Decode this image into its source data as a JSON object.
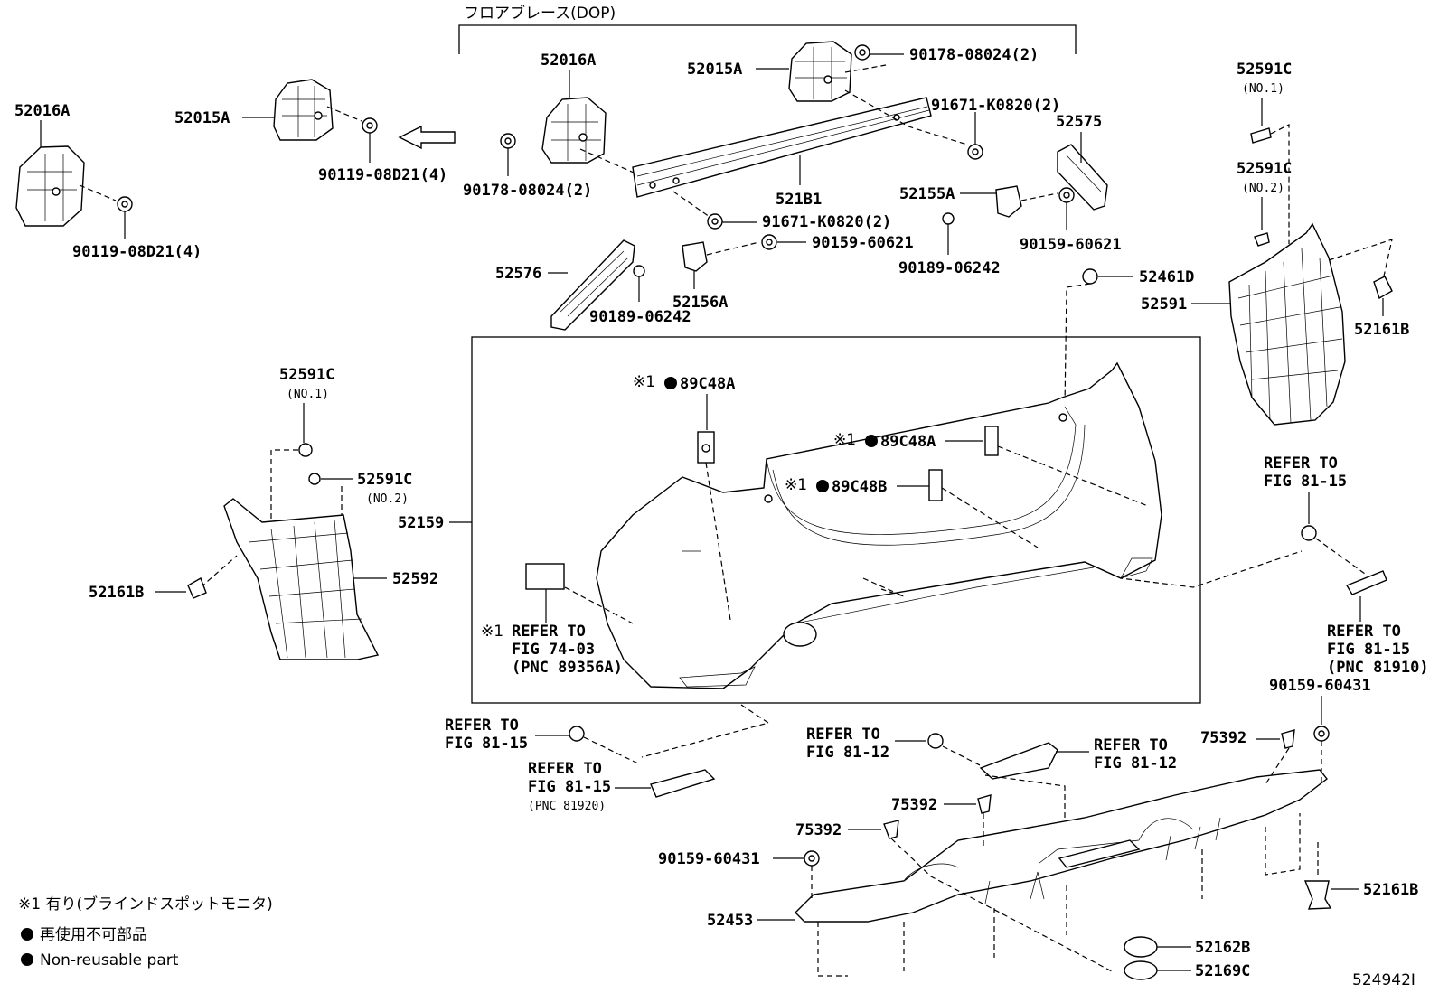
{
  "labels": {
    "floor_brace": "フロアブレース(DOP)",
    "p52016A_left": "52016A",
    "p52015A_left": "52015A",
    "p90119_upper": "90119-08D21(4)",
    "p90119_lower": "90119-08D21(4)",
    "p52016A_center": "52016A",
    "p52015A_center": "52015A",
    "p90178_top": "90178-08024(2)",
    "p90178_left": "90178-08024(2)",
    "p91671_top": "91671-K0820(2)",
    "p91671_bottom": "91671-K0820(2)",
    "p521B1": "521B1",
    "p52575": "52575",
    "p52155A": "52155A",
    "p90159_60621_center": "90159-60621",
    "p90159_60621_right": "90159-60621",
    "p90189_right": "90189-06242",
    "p90189_center": "90189-06242",
    "p52576": "52576",
    "p52156A": "52156A",
    "p52461D": "52461D",
    "p52591C_r1": "52591C",
    "p52591C_r1_sub": "(NO.1)",
    "p52591C_r2": "52591C",
    "p52591C_r2_sub": "(NO.2)",
    "p52591": "52591",
    "p52161B_right": "52161B",
    "p52591C_l1": "52591C",
    "p52591C_l1_sub": "(NO.1)",
    "p52591C_l2": "52591C",
    "p52591C_l2_sub": "(NO.2)",
    "p52161B_left": "52161B",
    "p52592": "52592",
    "p52159": "52159",
    "p89C48A_a": "89C48A",
    "p89C48A_b": "89C48A",
    "p89C48B": "89C48B",
    "ref_mark": "※1",
    "ref_7403_1": "REFER TO",
    "ref_7403_2": "FIG 74-03",
    "ref_7403_3": "(PNC 89356A)",
    "ref_8115_r1_1": "REFER TO",
    "ref_8115_r1_2": "FIG 81-15",
    "ref_8115_r2_1": "REFER TO",
    "ref_8115_r2_2": "FIG 81-15",
    "ref_8115_r2_3": "(PNC 81910)",
    "ref_8115_l1_1": "REFER TO",
    "ref_8115_l1_2": "FIG 81-15",
    "ref_8115_l2_1": "REFER TO",
    "ref_8115_l2_2": "FIG 81-15",
    "ref_8115_l2_3": "(PNC 81920)",
    "ref_8112_l_1": "REFER TO",
    "ref_8112_l_2": "FIG 81-12",
    "ref_8112_r_1": "REFER TO",
    "ref_8112_r_2": "FIG 81-12",
    "p90159_60431_right": "90159-60431",
    "p90159_60431_left": "90159-60431",
    "p75392_a": "75392",
    "p75392_b": "75392",
    "p75392_c": "75392",
    "p52453": "52453",
    "p52161B_bottom": "52161B",
    "p52162B": "52162B",
    "p52169C": "52169C"
  },
  "legend": {
    "note1": "※1 有り(ブラインドスポットモニタ)",
    "note2": "再使用不可部品",
    "note3": "Non-reusable part"
  },
  "figure_id": "524942I"
}
